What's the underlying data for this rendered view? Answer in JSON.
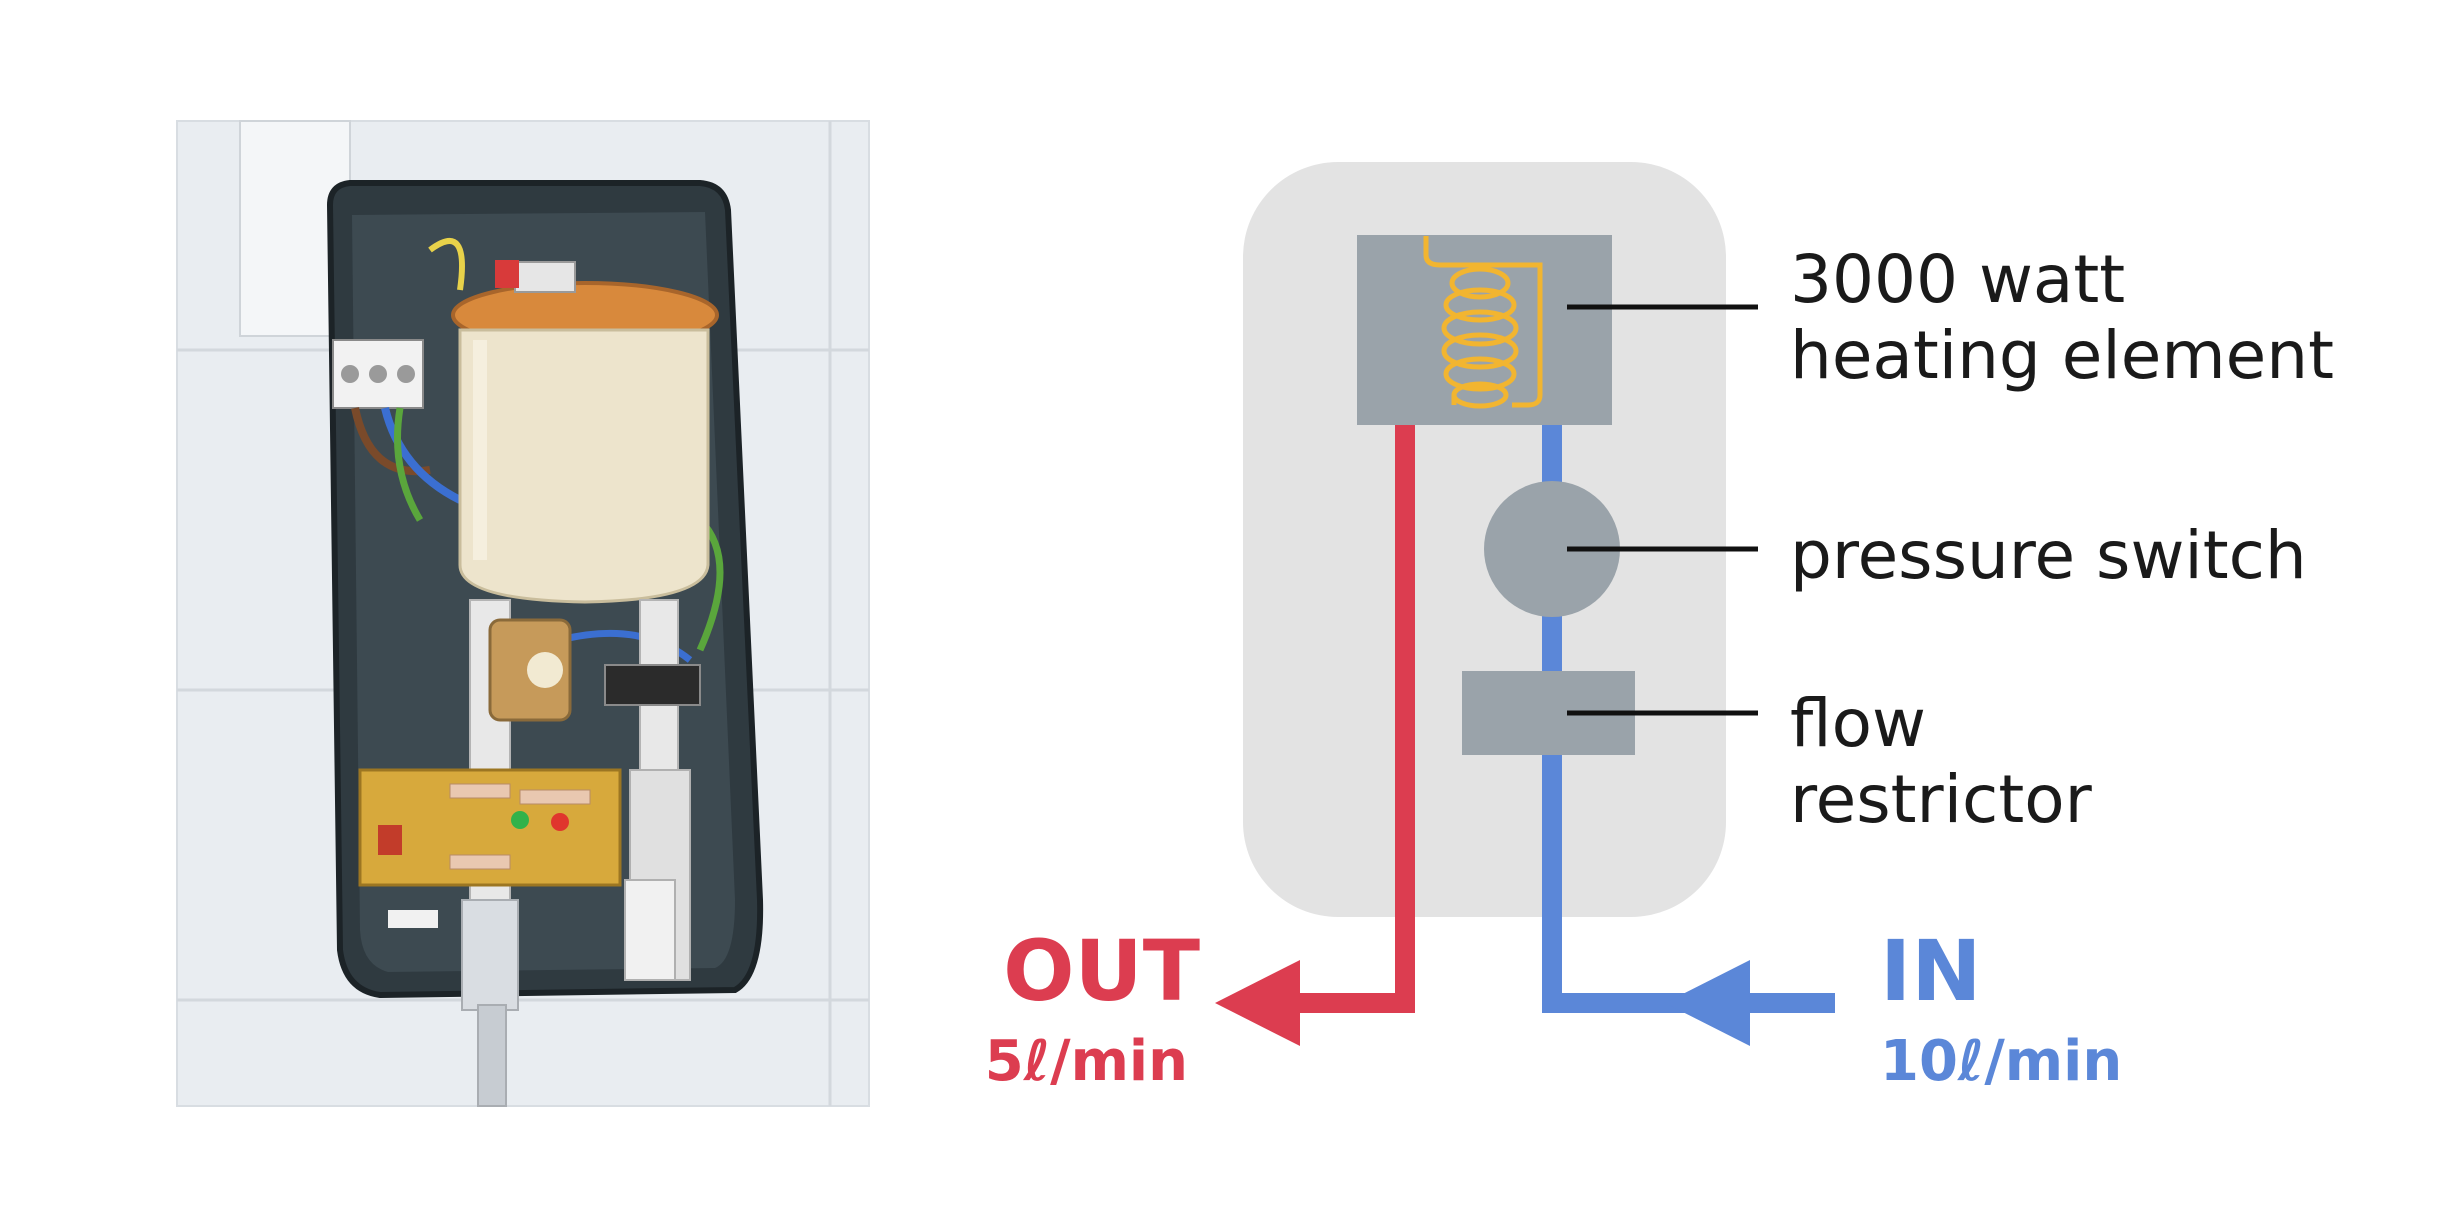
{
  "photo": {
    "description_icon": "heater-interior-photo-icon"
  },
  "diagram": {
    "components": [
      {
        "key": "heating_element",
        "line1": "3000 watt",
        "line2": "heating element"
      },
      {
        "key": "pressure_switch",
        "line1": "pressure switch"
      },
      {
        "key": "flow_restrictor",
        "line1": "flow",
        "line2": "restrictor"
      }
    ],
    "outlet": {
      "word": "OUT",
      "rate": "5ℓ/min",
      "color": "#dc3d50"
    },
    "inlet": {
      "word": "IN",
      "rate": "10ℓ/min",
      "color": "#5b87d8"
    },
    "housing_color": "#e3e3e3",
    "component_color": "#9aa3aa",
    "coil_color": "#f2b530"
  }
}
